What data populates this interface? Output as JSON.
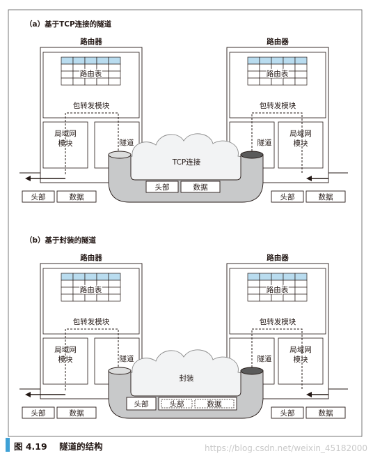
{
  "panels": [
    {
      "heading": "（a）基于TCP连接的隧道",
      "router_label": "路由器",
      "routing_table_label": "路由表",
      "forward_module_label": "包转发模块",
      "lan_module_label_line1": "局域网",
      "lan_module_label_line2": "模块",
      "tunnel_label": "隧道",
      "cloud_label": "TCP连接",
      "inner_packet": {
        "header": "头部",
        "data": "数据"
      },
      "left_packet": {
        "header": "头部",
        "data": "数据"
      },
      "right_packet": {
        "header": "头部",
        "data": "数据"
      }
    },
    {
      "heading": "（b）基于封装的隧道",
      "router_label": "路由器",
      "routing_table_label": "路由表",
      "forward_module_label": "包转发模块",
      "lan_module_label_line1": "局域网",
      "lan_module_label_line2": "模块",
      "tunnel_label": "隧道",
      "cloud_label": "封装",
      "outer_header": "头部",
      "encapsulated_packet": {
        "header": "头部",
        "data": "数据"
      },
      "left_packet": {
        "header": "头部",
        "data": "数据"
      },
      "right_packet": {
        "header": "头部",
        "data": "数据"
      }
    }
  ],
  "caption": {
    "number": "图 4.19",
    "title": "隧道的结构"
  },
  "watermark": "https://blog.csdn.net/weixin_45182000",
  "colors": {
    "table_header": "#b9dcef",
    "tunnel_fill": "#c8c9ca",
    "cloud_label": "#3ea1d6",
    "caption_bar": "#3ea1d6"
  }
}
